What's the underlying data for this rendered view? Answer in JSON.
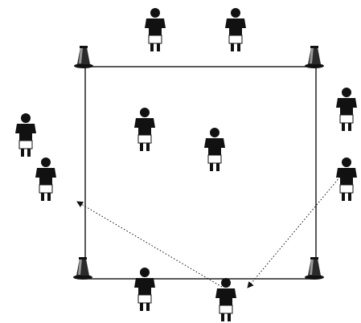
{
  "diagram": {
    "type": "training-drill",
    "colors": {
      "background": "#ffffff",
      "line": "#111111",
      "player_body": "#111111",
      "player_shorts": "#ffffff",
      "cone_fill": "#2a2a2a",
      "cone_highlight": "#9a9a9a"
    },
    "elements": {
      "field_boundary": "square",
      "cones": [
        "top-left",
        "top-right",
        "bottom-left",
        "bottom-right"
      ],
      "players": [
        "top-1",
        "top-2",
        "left-1",
        "left-2",
        "inside-1",
        "inside-2",
        "right-1",
        "right-2",
        "bottom-1",
        "bottom-2"
      ],
      "passing_arrows": [
        "bottom-player-to-left-side",
        "right-player-to-bottom-side"
      ]
    }
  }
}
